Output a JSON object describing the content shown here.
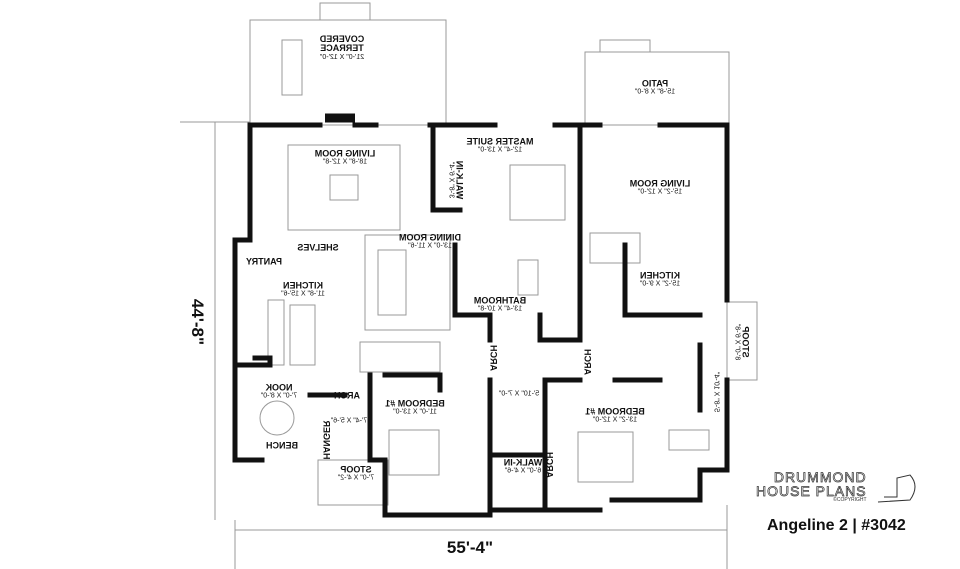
{
  "rooms": {
    "covered_terrace": {
      "name": "COVERED TERRACE",
      "size": "21'-0\" X 12'-0\""
    },
    "patio": {
      "name": "PATIO",
      "size": "15'-8\" X 8'-0\""
    },
    "living_room_1": {
      "name": "LIVING ROOM",
      "size": "18'-8\" X 12'-8\""
    },
    "master_suite": {
      "name": "MASTER SUITE",
      "size": "12'-4\" X 13'-0\""
    },
    "walk_in_1": {
      "name": "WALK-IN",
      "size": "3'-8\" X 6'-4\""
    },
    "living_room_2": {
      "name": "LIVING ROOM",
      "size": "15'-2\" X 12'-0\""
    },
    "dining_room": {
      "name": "DINING ROOM",
      "size": "13'-0\" X 11'-6\""
    },
    "shelves": {
      "name": "SHELVES"
    },
    "pantry": {
      "name": "PANTRY"
    },
    "kitchen_1": {
      "name": "KITCHEN",
      "size": "11'-8\" X 15'-6\""
    },
    "kitchen_2": {
      "name": "KITCHEN",
      "size": "15'-2\" X 9'-0\""
    },
    "bathroom": {
      "name": "BATHROOM",
      "size": "13'-4\" X 10'-8\""
    },
    "arch_1": {
      "name": "ARCH"
    },
    "arch_2": {
      "name": "ARCH"
    },
    "arch_3": {
      "name": "ARCH"
    },
    "arch_4": {
      "name": "ARCH"
    },
    "nook": {
      "name": "NOOK",
      "size": "7'-0\" X 8'-0\""
    },
    "bench": {
      "name": "BENCH"
    },
    "mudroom": {
      "size": "7'-4\" X 5'-6\""
    },
    "hanger": {
      "name": "HANGER"
    },
    "bedroom_1": {
      "name": "BEDROOM #1",
      "size": "11'-0\" X 13'-0\""
    },
    "laundry": {
      "size": "5'-10\" X 7'-0\""
    },
    "bedroom_2": {
      "name": "BEDROOM #1",
      "size": "13'-2\" X 12'-0\""
    },
    "bath_2": {
      "size": "5'-8\" X 10'-4\""
    },
    "stoop_1": {
      "name": "STOOP",
      "size": "8'-0\" X 6'-8\""
    },
    "stoop_2": {
      "name": "STOOP",
      "size": "7'-0\" X 4'-2\""
    },
    "walk_in_2": {
      "name": "WALK-IN",
      "size": "6'-0\" X 4'-6\""
    }
  },
  "dimensions": {
    "width": "55'-4\"",
    "depth": "44'-8\""
  },
  "branding": {
    "line1": "DRUMMOND",
    "line2": "HOUSE PLANS",
    "copyright": "©COPYRIGHT",
    "plan_title": "Angeline 2 | #3042"
  }
}
